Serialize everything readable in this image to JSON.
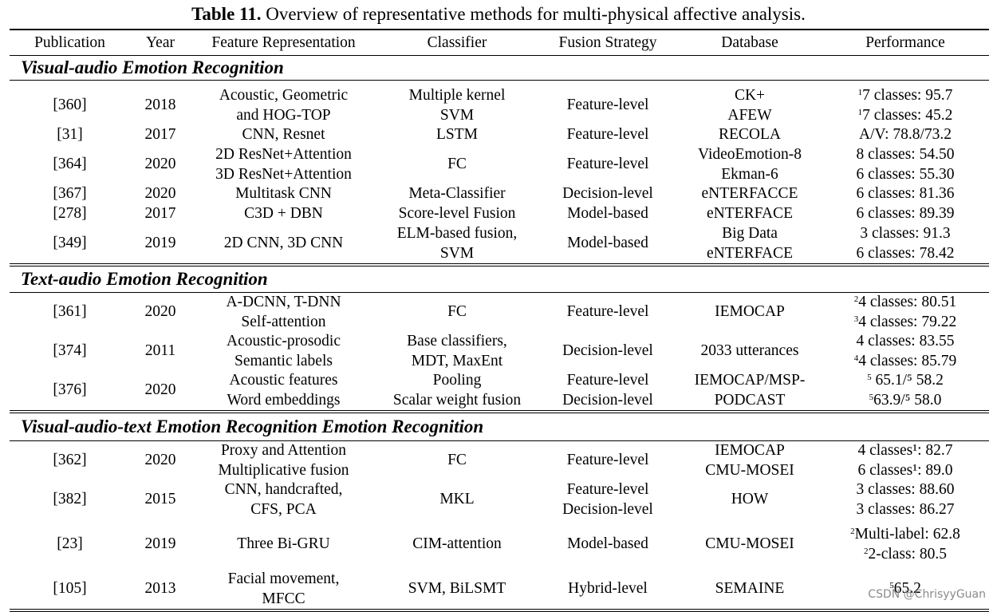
{
  "caption": {
    "label": "Table 11.",
    "text": " Overview of representative methods for multi-physical affective analysis."
  },
  "headers": [
    "Publication",
    "Year",
    "Feature Representation",
    "Classifier",
    "Fusion Strategy",
    "Database",
    "Performance"
  ],
  "sections": [
    {
      "title": "Visual-audio Emotion Recognition",
      "rows": [
        {
          "pub": "[360]",
          "year": "2018",
          "feature": [
            "Acoustic, Geometric",
            "and HOG-TOP"
          ],
          "classifier": [
            "Multiple kernel",
            "SVM"
          ],
          "fusion": [
            "Feature-level"
          ],
          "database": [
            "CK+",
            "AFEW"
          ],
          "performance": [
            {
              "sup": "1",
              "text": "7 classes: 95.7"
            },
            {
              "sup": "1",
              "text": "7 classes: 45.2"
            }
          ]
        },
        {
          "pub": "[31]",
          "year": "2017",
          "feature": [
            "CNN, Resnet"
          ],
          "classifier": [
            "LSTM"
          ],
          "fusion": [
            "Feature-level"
          ],
          "database": [
            "RECOLA"
          ],
          "performance": [
            {
              "sup": "",
              "text": "A/V: 78.8/73.2"
            }
          ]
        },
        {
          "pub": "[364]",
          "year": "2020",
          "feature": [
            "2D ResNet+Attention",
            "3D ResNet+Attention"
          ],
          "classifier": [
            "FC"
          ],
          "fusion": [
            "Feature-level"
          ],
          "database": [
            "VideoEmotion-8",
            "Ekman-6"
          ],
          "performance": [
            {
              "sup": "",
              "text": "8 classes: 54.50"
            },
            {
              "sup": "",
              "text": "6 classes: 55.30"
            }
          ]
        },
        {
          "pub": "[367]",
          "year": "2020",
          "feature": [
            "Multitask CNN"
          ],
          "classifier": [
            "Meta-Classifier"
          ],
          "fusion": [
            "Decision-level"
          ],
          "database": [
            "eNTERFACCE"
          ],
          "performance": [
            {
              "sup": "",
              "text": "6 classes: 81.36"
            }
          ]
        },
        {
          "pub": "[278]",
          "year": "2017",
          "feature": [
            "C3D + DBN"
          ],
          "classifier": [
            "Score-level Fusion"
          ],
          "fusion": [
            "Model-based"
          ],
          "database": [
            "eNTERFACE"
          ],
          "performance": [
            {
              "sup": "",
              "text": "6 classes: 89.39"
            }
          ]
        },
        {
          "pub": "[349]",
          "year": "2019",
          "feature": [
            "2D CNN, 3D CNN"
          ],
          "classifier": [
            "ELM-based fusion,",
            "SVM"
          ],
          "fusion": [
            "Model-based"
          ],
          "database": [
            "Big Data",
            "eNTERFACE"
          ],
          "performance": [
            {
              "sup": "",
              "text": "3 classes: 91.3"
            },
            {
              "sup": "",
              "text": "6 classes: 78.42"
            }
          ]
        }
      ]
    },
    {
      "title": "Text-audio Emotion Recognition",
      "rows": [
        {
          "pub": "[361]",
          "year": "2020",
          "feature": [
            "A-DCNN, T-DNN",
            "Self-attention"
          ],
          "classifier": [
            "FC"
          ],
          "fusion": [
            "Feature-level"
          ],
          "database": [
            "IEMOCAP"
          ],
          "performance": [
            {
              "sup": "2",
              "text": "4 classes: 80.51"
            },
            {
              "sup": "3",
              "text": "4 classes: 79.22"
            }
          ]
        },
        {
          "pub": "[374]",
          "year": "2011",
          "feature": [
            "Acoustic-prosodic",
            "Semantic labels"
          ],
          "classifier": [
            "Base classifiers,",
            "MDT, MaxEnt"
          ],
          "fusion": [
            "Decision-level"
          ],
          "database": [
            "2033 utterances"
          ],
          "performance": [
            {
              "sup": "",
              "text": "4 classes: 83.55"
            },
            {
              "sup": "4",
              "text": "4 classes: 85.79"
            }
          ]
        },
        {
          "pub": "[376]",
          "year": "2020",
          "feature": [
            "Acoustic features",
            "Word embeddings"
          ],
          "classifier": [
            "Pooling",
            "Scalar weight fusion"
          ],
          "fusion": [
            "Feature-level",
            "Decision-level"
          ],
          "database": [
            "IEMOCAP/MSP-",
            "PODCAST"
          ],
          "performance": [
            {
              "sup": "5",
              "text": " 65.1/⁵ 58.2"
            },
            {
              "sup": "5",
              "text": "63.9/⁵ 58.0"
            }
          ]
        }
      ]
    },
    {
      "title": "Visual-audio-text Emotion Recognition Emotion Recognition",
      "rows": [
        {
          "pub": "[362]",
          "year": "2020",
          "feature": [
            "Proxy and Attention",
            "Multiplicative fusion"
          ],
          "classifier": [
            "FC"
          ],
          "fusion": [
            "Feature-level"
          ],
          "database": [
            "IEMOCAP",
            "CMU-MOSEI"
          ],
          "performance": [
            {
              "sup": "",
              "text": "4 classes¹: 82.7"
            },
            {
              "sup": "",
              "text": "6 classes¹: 89.0"
            }
          ]
        },
        {
          "pub": "[382]",
          "year": "2015",
          "feature": [
            "CNN, handcrafted,",
            "CFS, PCA"
          ],
          "classifier": [
            "MKL"
          ],
          "fusion": [
            "Feature-level",
            "Decision-level"
          ],
          "database": [
            "HOW"
          ],
          "performance": [
            {
              "sup": "",
              "text": "3 classes: 88.60"
            },
            {
              "sup": "",
              "text": "3 classes: 86.27"
            }
          ]
        },
        {
          "pub": "[23]",
          "year": "2019",
          "feature": [
            "Three Bi-GRU"
          ],
          "classifier": [
            "CIM-attention"
          ],
          "fusion": [
            "Model-based"
          ],
          "database": [
            "CMU-MOSEI"
          ],
          "performance": [
            {
              "sup": "2",
              "text": "Multi-label: 62.8"
            },
            {
              "sup": "2",
              "text": "2-class: 80.5"
            }
          ]
        },
        {
          "pub": "[105]",
          "year": "2013",
          "feature": [
            "Facial movement,",
            "MFCC"
          ],
          "classifier": [
            "SVM, BiLSMT"
          ],
          "fusion": [
            "Hybrid-level"
          ],
          "database": [
            "SEMAINE"
          ],
          "performance": [
            {
              "sup": "5",
              "text": "65.2"
            }
          ]
        }
      ]
    }
  ],
  "watermark": "CSDN @ChrisyyGuan"
}
